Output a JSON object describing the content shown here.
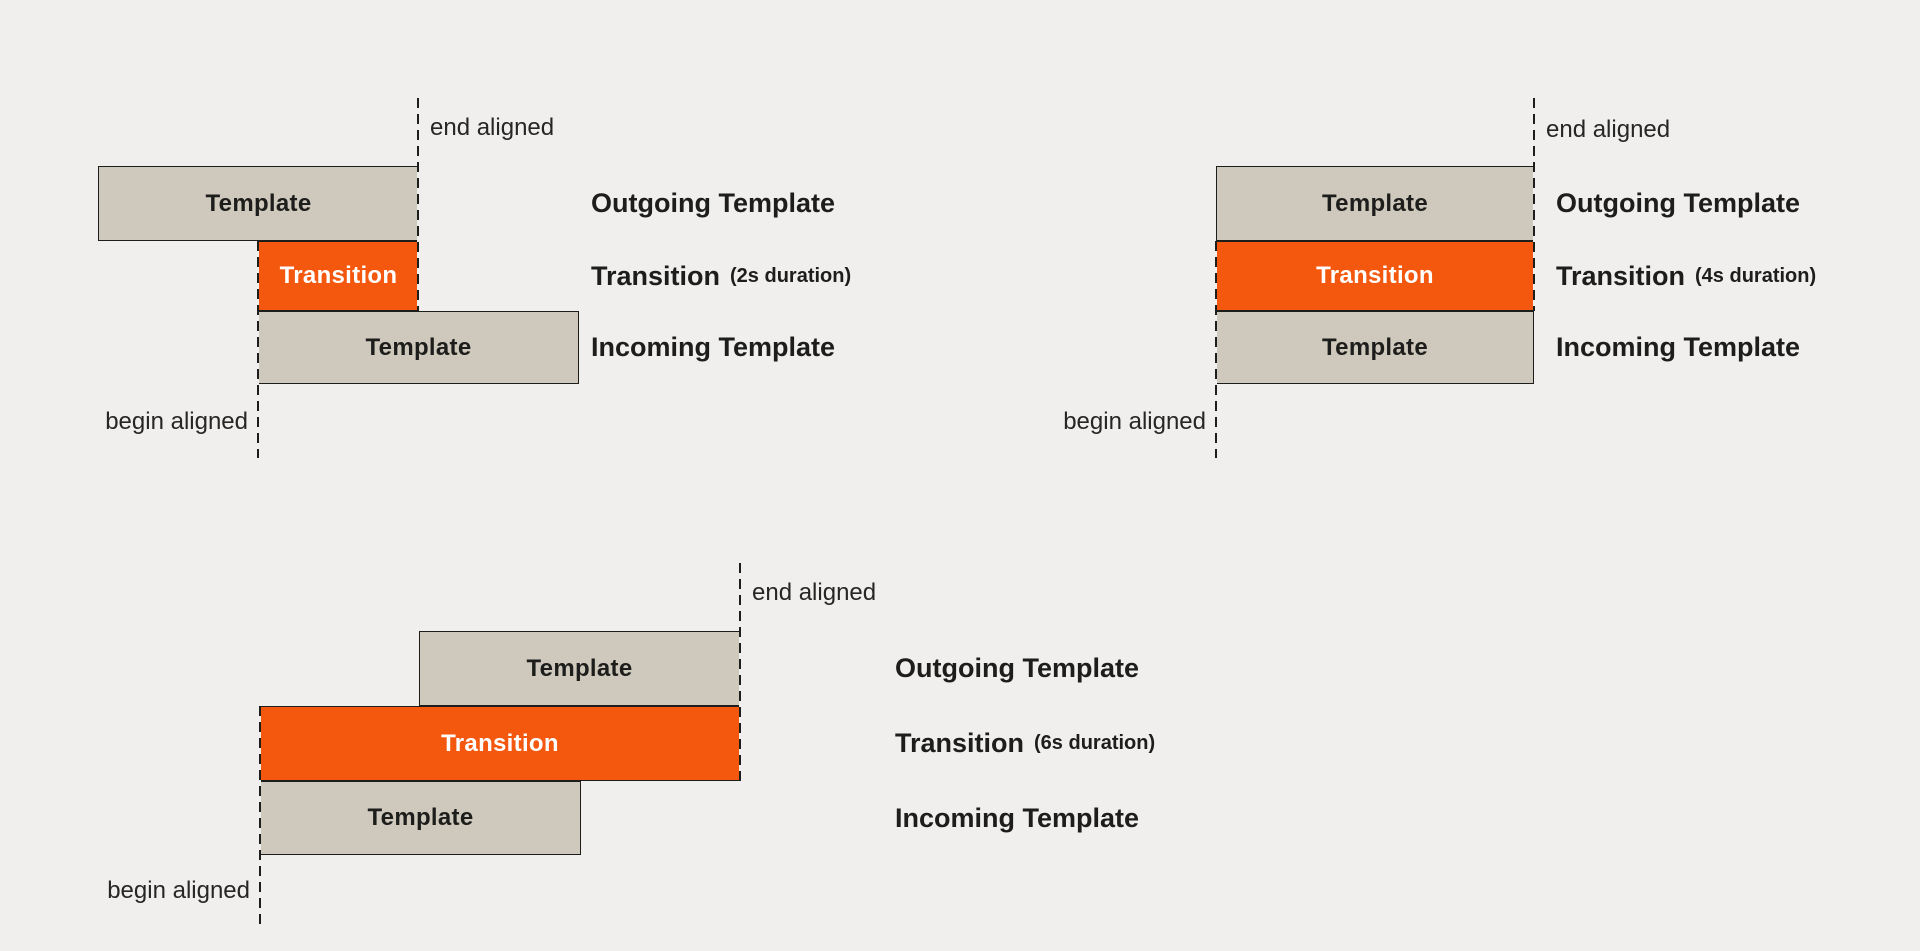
{
  "colors": {
    "background": "#f0efee",
    "template_fill": "#cfc8bd",
    "transition_fill": "#f4570e",
    "border_ink": "#1d1d1b",
    "caption_text": "#262624",
    "transition_text": "#ffffff"
  },
  "diagrams": [
    {
      "end_marker": "end aligned",
      "begin_marker": "begin aligned",
      "boxes": {
        "outgoing": "Template",
        "transition": "Transition",
        "incoming": "Template"
      },
      "legend": {
        "outgoing": "Outgoing Template",
        "transition": "Transition",
        "transition_duration": "(2s duration)",
        "incoming": "Incoming Template"
      }
    },
    {
      "end_marker": "end aligned",
      "begin_marker": "begin aligned",
      "boxes": {
        "outgoing": "Template",
        "transition": "Transition",
        "incoming": "Template"
      },
      "legend": {
        "outgoing": "Outgoing Template",
        "transition": "Transition",
        "transition_duration": "(4s duration)",
        "incoming": "Incoming Template"
      }
    },
    {
      "end_marker": "end aligned",
      "begin_marker": "begin aligned",
      "boxes": {
        "outgoing": "Template",
        "transition": "Transition",
        "incoming": "Template"
      },
      "legend": {
        "outgoing": "Outgoing Template",
        "transition": "Transition",
        "transition_duration": "(6s duration)",
        "incoming": "Incoming Template"
      }
    }
  ]
}
